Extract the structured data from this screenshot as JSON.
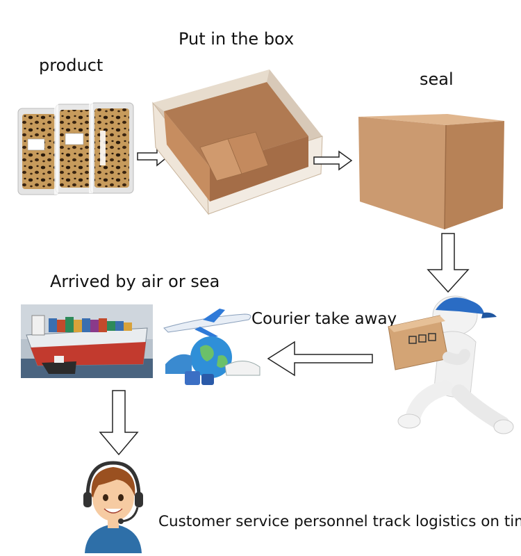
{
  "steps": {
    "product": "product",
    "put_in_box": "Put in the box",
    "seal": "seal",
    "courier": "Courier take away",
    "arrived": "Arrived by air or sea",
    "customer_service": "Customer service personnel track logistics on time"
  },
  "icons": {
    "product": "product-bags-icon",
    "open_box": "open-box-icon",
    "sealed_box": "sealed-box-icon",
    "courier": "courier-figure-icon",
    "ship": "container-ship-icon",
    "transport": "air-sea-transport-icon",
    "agent": "customer-service-agent-icon"
  },
  "colors": {
    "cardboard": "#c9956a",
    "leopard": "#b88a4a",
    "courier_cap": "#2a6cc4",
    "sea": "#3c5a78",
    "globe": "#2f8fd8"
  }
}
